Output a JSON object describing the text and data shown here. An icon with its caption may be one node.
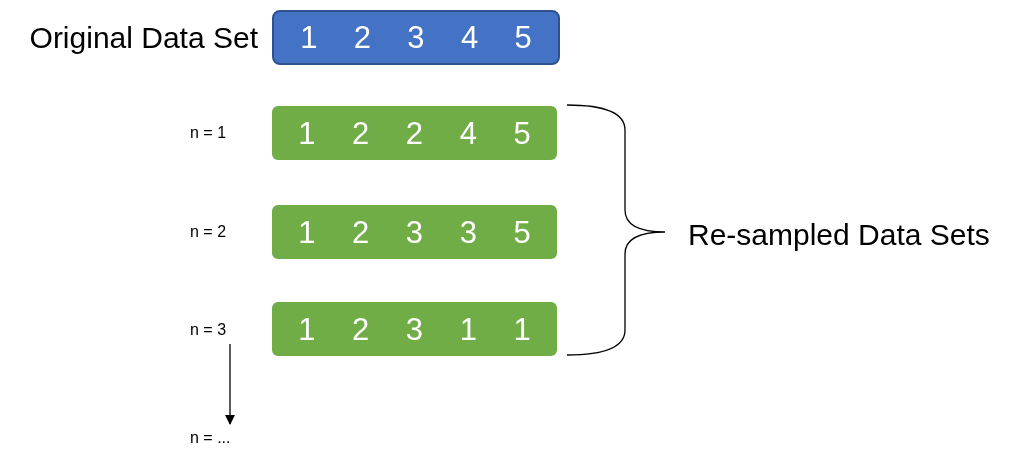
{
  "diagram": {
    "nodes": [
      {
        "text": [
          "1",
          "2",
          "3",
          "4",
          "5"
        ],
        "beside": [
          "Original Data Set"
        ]
      },
      {
        "text": [
          "1",
          "2",
          "2",
          "4",
          "5"
        ]
      },
      {
        "text": [
          "1",
          "2",
          "3",
          "3",
          "5"
        ]
      },
      {
        "text": [
          "1",
          "2",
          "3",
          "1",
          "1"
        ]
      },
      {
        "text": [
          "n = 1"
        ]
      },
      {
        "text": [
          "n = 2"
        ]
      },
      {
        "text": [
          "n = 3"
        ]
      },
      {
        "text": [
          "n = ..."
        ]
      }
    ],
    "edges": [
      {
        "from": 6,
        "to": 7,
        "arrow": "to"
      }
    ],
    "labels": [
      "Re-sampled Data Sets"
    ]
  }
}
